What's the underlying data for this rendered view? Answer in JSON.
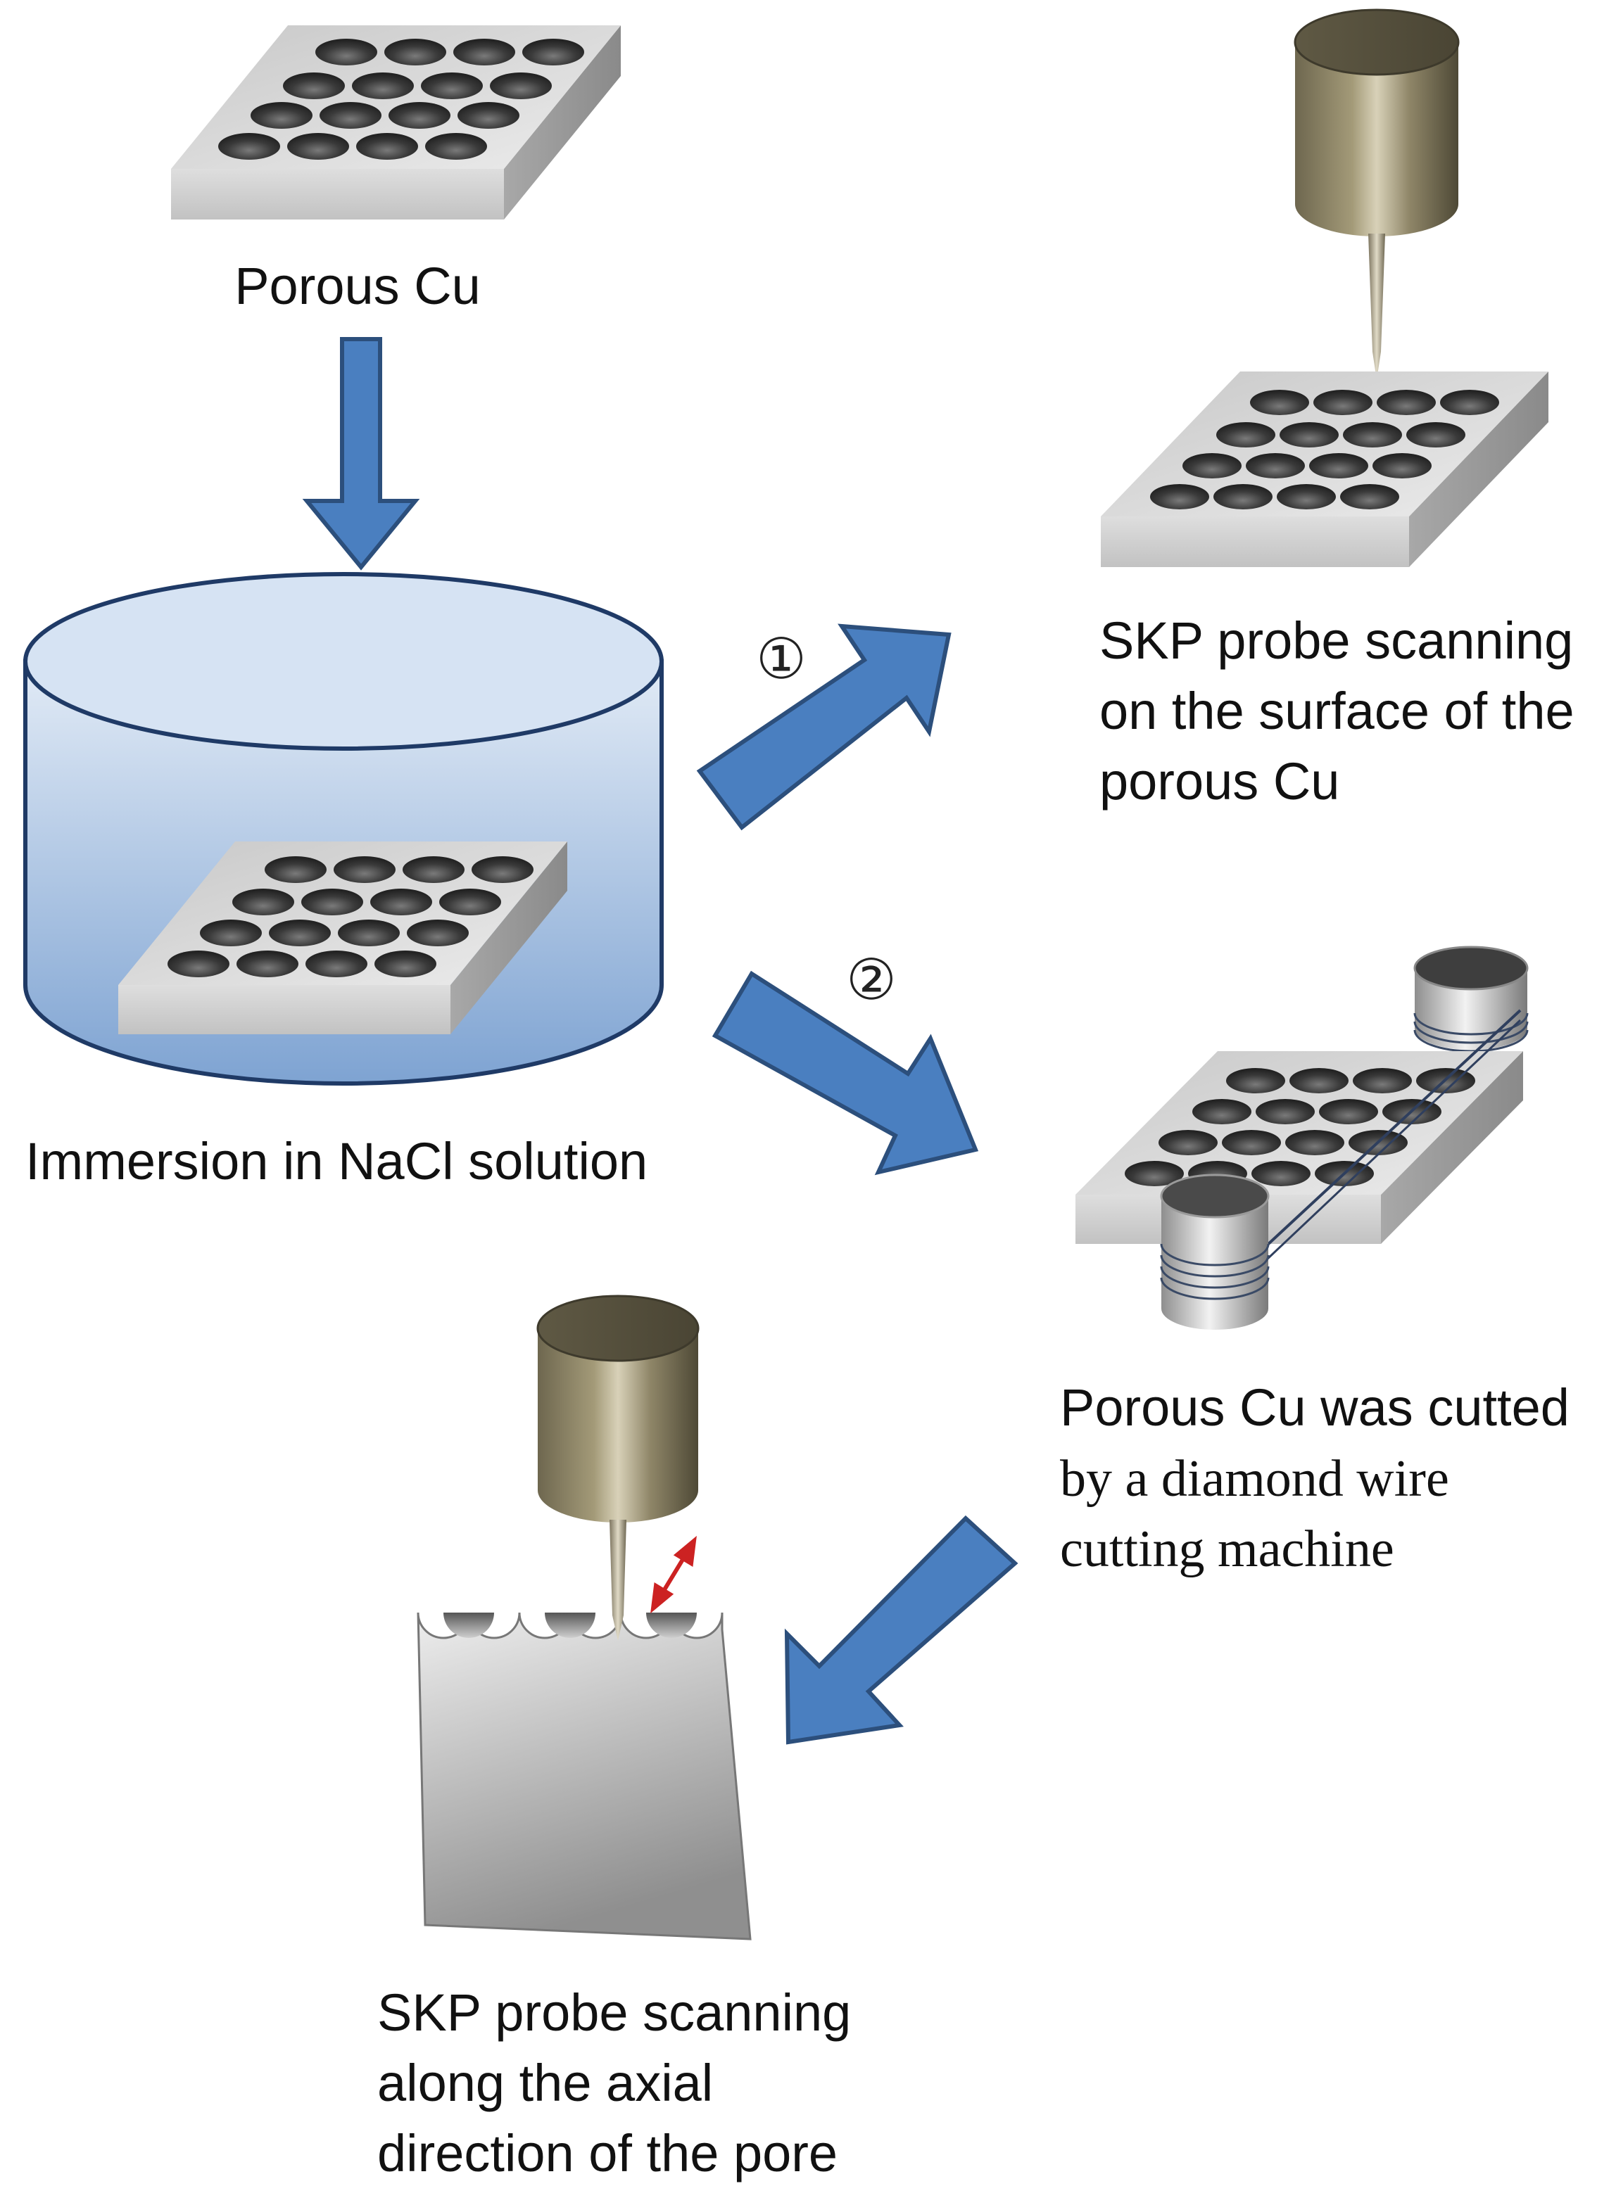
{
  "labels": {
    "porous_cu": "Porous Cu",
    "immersion": "Immersion in NaCl solution",
    "skp_surface": [
      "SKP probe scanning",
      "on the surface of the",
      "porous Cu"
    ],
    "wire_cutting": [
      "Porous Cu was cutted",
      "by a diamond wire",
      "cutting machine"
    ],
    "skp_axial": [
      "SKP probe scanning",
      "along the axial",
      "direction of the pore"
    ]
  },
  "steps": {
    "route_1": "①",
    "route_2": "②"
  },
  "icons": {
    "plate": "porous-plate-icon",
    "beaker": "nacl-beaker-icon",
    "probe": "skp-probe-icon",
    "wire_saw": "diamond-wire-saw-icon",
    "cross_section": "cut-cross-section-icon"
  },
  "colors": {
    "arrow_fill": "#4a7fc0",
    "arrow_stroke": "#2c4f7c",
    "solution_top": "#d6e3f3",
    "solution_bottom": "#86a9d6",
    "metal_light": "#e4e4e4",
    "metal_dark": "#8c8c8c",
    "probe_gold": "#b5ab8c",
    "double_arrow": "#cc2222"
  }
}
